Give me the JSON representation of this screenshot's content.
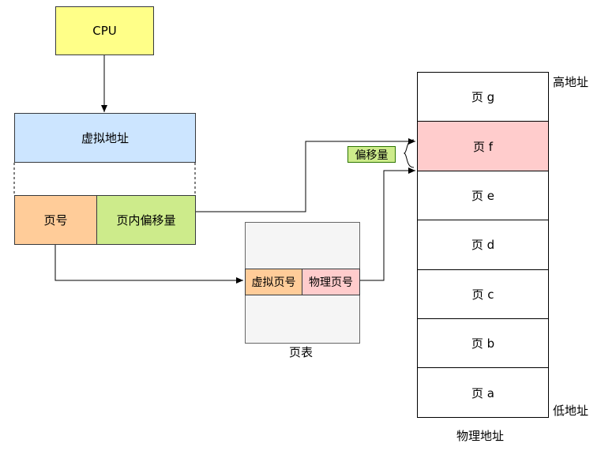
{
  "colors": {
    "cpu": "#ffff88",
    "virtual_address": "#cce5ff",
    "page_number": "#ffcc99",
    "page_offset": "#cdeb8b",
    "page_table": "#f5f5f5",
    "highlight_page": "#ffcccc",
    "line": "#000000"
  },
  "cpu": {
    "label": "CPU"
  },
  "virtual_address": {
    "label": "虚拟地址",
    "page_number_label": "页号",
    "page_offset_label": "页内偏移量"
  },
  "page_table": {
    "caption": "页表",
    "virtual_page_label": "虚拟页号",
    "physical_page_label": "物理页号"
  },
  "offset_tag": {
    "label": "偏移量"
  },
  "physical_memory": {
    "caption": "物理地址",
    "high_label": "高地址",
    "low_label": "低地址",
    "pages": [
      "页 g",
      "页 f",
      "页 e",
      "页 d",
      "页 c",
      "页 b",
      "页 a"
    ],
    "highlighted_page": "页 f"
  }
}
